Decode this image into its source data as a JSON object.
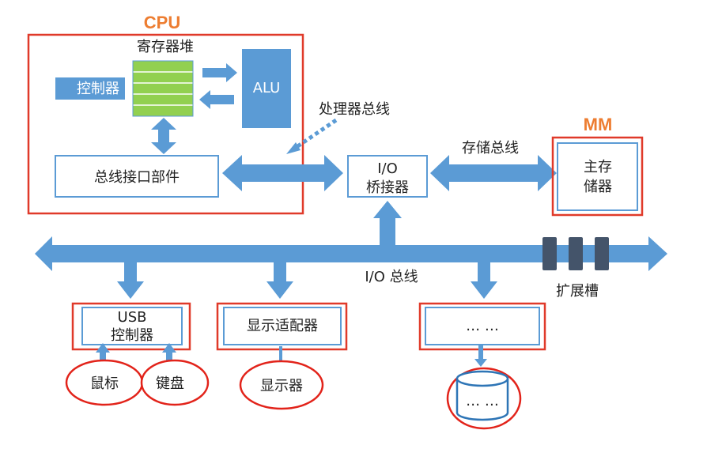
{
  "colors": {
    "accent_orange": "#ED7D31",
    "frame_red": "#E03A2A",
    "ellipse_red": "#E2231A",
    "bus_blue": "#5B9BD5",
    "box_border_blue": "#5B9BD5",
    "register_green": "#92D050",
    "slot_dark": "#44546A",
    "disk_blue": "#2E75B6"
  },
  "cpu": {
    "title": "CPU",
    "register_file_label": "寄存器堆",
    "controller_label": "控制器",
    "alu_label": "ALU",
    "bus_interface_label": "总线接口部件"
  },
  "processor_bus_label": "处理器总线",
  "io_bridge": {
    "line1": "I/O",
    "line2": "桥接器"
  },
  "memory_bus_label": "存储总线",
  "mm": {
    "title": "MM",
    "line1": "主存",
    "line2": "储器"
  },
  "io_bus_label": "I/O 总线",
  "expansion_slot_label": "扩展槽",
  "usb_controller": {
    "line1": "USB",
    "line2": "控制器"
  },
  "display_adapter_label": "显示适配器",
  "other_controller_label": "… …",
  "devices": {
    "mouse": "鼠标",
    "keyboard": "键盘",
    "monitor": "显示器",
    "disk": "… …"
  }
}
